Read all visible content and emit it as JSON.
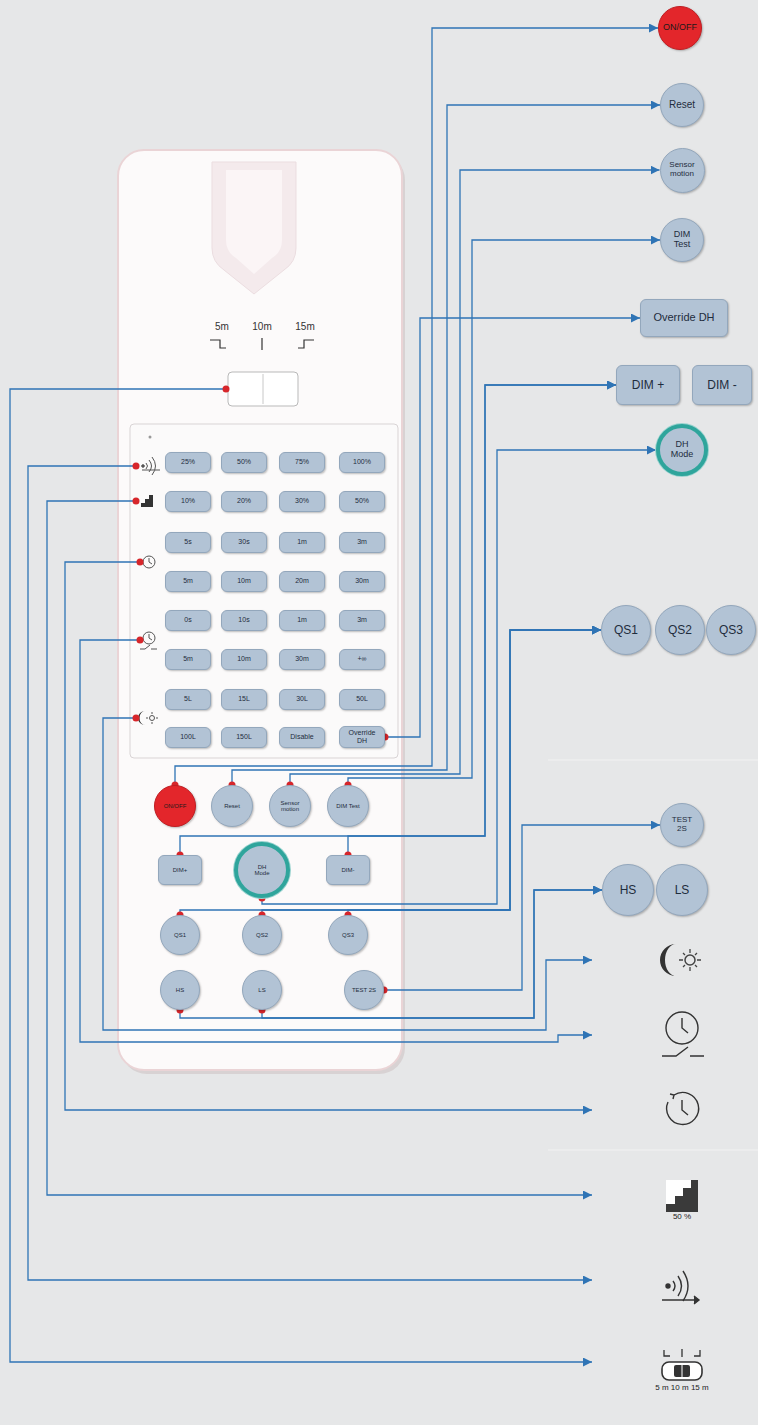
{
  "diagram": {
    "nodes": [
      {
        "text": [
          "ON/OFF"
        ]
      },
      {
        "text": [
          "Reset"
        ]
      },
      {
        "text": [
          "Sensor motion"
        ]
      },
      {
        "text": [
          "DIM Test"
        ]
      },
      {
        "text": [
          "Override DH"
        ]
      },
      {
        "text": [
          "DIM +"
        ]
      },
      {
        "text": [
          "DIM -"
        ]
      },
      {
        "text": [
          "DH Mode"
        ]
      },
      {
        "text": [
          "QS1"
        ]
      },
      {
        "text": [
          "QS2"
        ]
      },
      {
        "text": [
          "QS3"
        ]
      },
      {
        "text": [
          "TEST 2S"
        ]
      },
      {
        "text": [
          "HS"
        ]
      },
      {
        "text": [
          "LS"
        ]
      },
      {
        "text": [
          "50 %"
        ]
      },
      {
        "text": [
          "5 m 10 m 15 m"
        ]
      },
      {
        "text": [
          "25%"
        ]
      },
      {
        "text": [
          "50%"
        ]
      },
      {
        "text": [
          "75%"
        ]
      },
      {
        "text": [
          "100%"
        ]
      },
      {
        "text": [
          "10%"
        ]
      },
      {
        "text": [
          "20%"
        ]
      },
      {
        "text": [
          "30%"
        ]
      },
      {
        "text": [
          "50%"
        ]
      },
      {
        "text": [
          "5s"
        ]
      },
      {
        "text": [
          "30s"
        ]
      },
      {
        "text": [
          "1m"
        ]
      },
      {
        "text": [
          "3m"
        ]
      },
      {
        "text": [
          "5m"
        ]
      },
      {
        "text": [
          "10m"
        ]
      },
      {
        "text": [
          "20m"
        ]
      },
      {
        "text": [
          "30m"
        ]
      },
      {
        "text": [
          "0s"
        ]
      },
      {
        "text": [
          "10s"
        ]
      },
      {
        "text": [
          "1m"
        ]
      },
      {
        "text": [
          "3m"
        ]
      },
      {
        "text": [
          "5m"
        ]
      },
      {
        "text": [
          "10m"
        ]
      },
      {
        "text": [
          "30m"
        ]
      },
      {
        "text": [
          "+∞"
        ]
      },
      {
        "text": [
          "5L"
        ]
      },
      {
        "text": [
          "15L"
        ]
      },
      {
        "text": [
          "30L"
        ]
      },
      {
        "text": [
          "50L"
        ]
      },
      {
        "text": [
          "100L"
        ]
      },
      {
        "text": [
          "150L"
        ]
      },
      {
        "text": [
          "Disable"
        ]
      },
      {
        "text": [
          "Override DH"
        ]
      },
      {
        "text": [
          "ON/OFF"
        ]
      },
      {
        "text": [
          "Reset"
        ]
      },
      {
        "text": [
          "Sensor motion"
        ]
      },
      {
        "text": [
          "DIM Test"
        ]
      },
      {
        "text": [
          "DIM+"
        ]
      },
      {
        "text": [
          "DH Mode"
        ]
      },
      {
        "text": [
          "DIM-"
        ]
      },
      {
        "text": [
          "QS1"
        ]
      },
      {
        "text": [
          "QS2"
        ]
      },
      {
        "text": [
          "QS3"
        ]
      },
      {
        "text": [
          "HS"
        ]
      },
      {
        "text": [
          "LS"
        ]
      },
      {
        "text": [
          "TEST 2S"
        ]
      }
    ],
    "edges": [
      {
        "from": 48,
        "to": 0,
        "arrow": "to"
      },
      {
        "from": 49,
        "to": 1,
        "arrow": "to"
      },
      {
        "from": 50,
        "to": 2,
        "arrow": "to"
      },
      {
        "from": 51,
        "to": 3,
        "arrow": "to"
      },
      {
        "from": 47,
        "to": 4,
        "arrow": "to"
      },
      {
        "from": 52,
        "to": 5,
        "arrow": "to"
      },
      {
        "from": 54,
        "to": 5,
        "arrow": "to"
      },
      {
        "from": 53,
        "to": 7,
        "arrow": "to"
      },
      {
        "from": 55,
        "to": 8,
        "arrow": "to"
      },
      {
        "from": 56,
        "to": 8,
        "arrow": "to"
      },
      {
        "from": 57,
        "to": 8,
        "arrow": "to"
      },
      {
        "from": 60,
        "to": 11,
        "arrow": "to"
      },
      {
        "from": 58,
        "to": 12,
        "arrow": "to"
      },
      {
        "from": 59,
        "to": 12,
        "arrow": "to"
      }
    ],
    "labels": [
      "5m",
      "10m",
      "15m"
    ]
  }
}
